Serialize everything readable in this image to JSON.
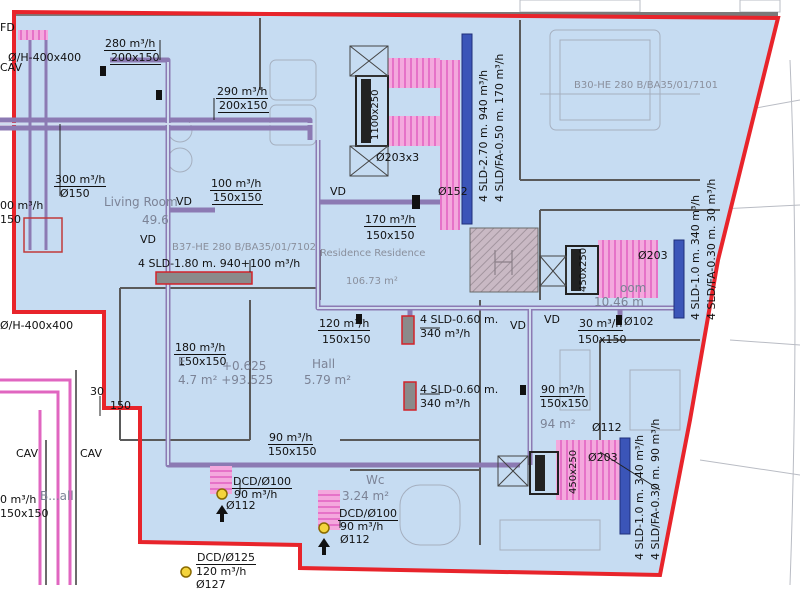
{
  "labels": {
    "flow_280": "280 m³/h",
    "duct_200x150_a": "200x150",
    "flow_290": "290 m³/h",
    "duct_200x150_b": "200x150",
    "duct_400": "Ø/H-400x400",
    "flow_300": "300 m³/h",
    "dia_150_a": "Ø150",
    "flow_100": "100 m³/h",
    "duct_150x150_a": "150x150",
    "vd_1": "VD",
    "vd_2": "VD",
    "vd_3": "VD",
    "vd_4": "VD",
    "vd_5": "VD",
    "flow_170": "170 m³/h",
    "duct_150x150_b": "150x150",
    "sld_180": "4 SLD-1.80 m. 940+100 m³/h",
    "flow_120": "120 m³/h",
    "duct_150x150_c": "150x150",
    "sld_060_a": "4 SLD-0.60 m.",
    "flow_340_a": "340 m³/h",
    "flow_30": "30 m³/h",
    "duct_150x150_d": "150x150",
    "sld_060_b": "4 SLD-0.60 m.",
    "flow_340_b": "340 m³/h",
    "flow_180": "180 m³/h",
    "duct_150x150_e": "150x150",
    "flow_90_a": "90 m³/h",
    "duct_150x150_f": "150x150",
    "flow_90_b": "90 m³/h",
    "duct_150x150_g": "150x150",
    "dia_112_a": "Ø112",
    "dia_112_b": "Ø112",
    "dia_112_c": "Ø112",
    "dia_102": "Ø102",
    "dia_152": "Ø152",
    "dia_203x3": "Ø203x3",
    "dia_203_a": "Ø203",
    "dia_203_b": "Ø203",
    "dcd_100_a": "DCD/Ø100",
    "flow_90_c": "90 m³/h",
    "dcd_100_b": "DCD/Ø100",
    "flow_90_d": "90 m³/h",
    "dcd_125": "DCD/Ø125",
    "flow_120_b": "120 m³/h",
    "dia_127": "Ø127",
    "flow_30_b": "30",
    "dia_150_b": "150",
    "flow_00": "00 m³/h",
    "dia_150_c": "150",
    "duct_150x150_h": "150x150",
    "flow_0_h": "0 m³/h",
    "duct_150x150_i": "150x150",
    "duct_400_b": "Ø/H-400x400",
    "cav_1": "CAV",
    "cav_2": "CAV",
    "cav_3": "CAV",
    "fd": "FD",
    "unit_1100": "1100x250",
    "unit_450_a": "450x250",
    "unit_450_b": "450x250",
    "sld_270": "4 SLD-2.70 m. 940 m³/h",
    "sld_fa_050": "4 SLD/FA-0.50 m. 170 m³/h",
    "sld_100_a": "4 SLD-1.0 m. 340 m³/h",
    "sld_fa_030_a": "4 SLD/FA-0.30 m. 30 m³/h",
    "sld_100_b": "4 SLD-1.0 m. 340 m³/h",
    "sld_fa_030_b": "4 SLD/FA-0.30 m. 90 m³/h",
    "room_living": "Living Room",
    "room_living_area": "49.6",
    "room_b37": "B37-HE 280 B/BA35/01/7102",
    "room_residence": "Residence Residence",
    "room_residence_area": "106.73 m²",
    "room_hall": "Hall",
    "room_hall_area": "5.79 m²",
    "room_wc": "Wc",
    "room_wc_area": "3.24 m²",
    "room_b30": "B30-HE 280 B/BA35/01/7101",
    "room_entry": "E",
    "room_entry_area": "4.7 m² +93.525",
    "room_entry_level": "+0.625",
    "room_bed": "oom",
    "room_bed_area": "10.46 m",
    "room_94": "94 m²",
    "room_b1": "B...all"
  },
  "colors": {
    "room_fill": "#c6dcf2",
    "room_fill_alt": "#d3e4f5",
    "boundary": "#e8242b",
    "duct_outline": "#8c7ab3",
    "flexible_duct": "#ea78c8",
    "diffuser": "#3b55b8",
    "wall": "#5a5a5a",
    "grille_red": "#d2232a"
  }
}
